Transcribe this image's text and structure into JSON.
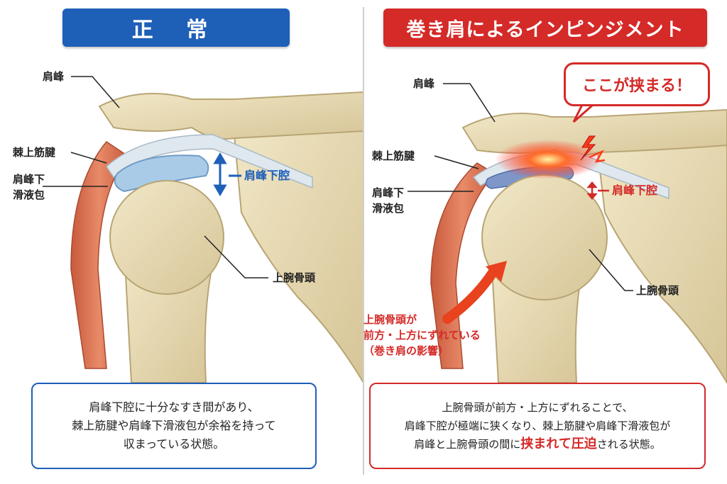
{
  "left": {
    "title": "正 常",
    "labels": {
      "acromion": "肩峰",
      "supraspinatus": "棘上筋腱",
      "bursa_line1": "肩峰下",
      "bursa_line2": "滑液包",
      "subacromial_space": "肩峰下腔",
      "humeral_head": "上腕骨頭"
    },
    "description": [
      "肩峰下腔に十分なすき間があり、",
      "棘上筋腱や肩峰下滑液包が余裕を持って",
      "収まっている状態。"
    ]
  },
  "right": {
    "title": "巻き肩によるインピンジメント",
    "callout": "ここが挟まる！",
    "labels": {
      "acromion": "肩峰",
      "supraspinatus": "棘上筋腱",
      "bursa_line1": "肩峰下",
      "bursa_line2": "滑液包",
      "subacromial_space": "肩峰下腔",
      "humeral_head": "上腕骨頭"
    },
    "shift_note": [
      "上腕骨頭が",
      "前方・上方にずれている",
      "（巻き肩の影響）"
    ],
    "description": {
      "line1": "上腕骨頭が前方・上方にずれることで、",
      "line2": "肩峰下腔が極端に狭くなり、棘上筋腱や肩峰下滑液包が",
      "line3_pre": "肩峰と上腕骨頭の間に",
      "line3_hl": "挟まれて圧迫",
      "line3_post": "される状態。"
    }
  },
  "colors": {
    "normal_accent": "#1e5fb8",
    "impingement_accent": "#d42a28",
    "bone": "#e8dcb8",
    "muscle": "#e0795a",
    "bursa": "#a9cbe8"
  }
}
